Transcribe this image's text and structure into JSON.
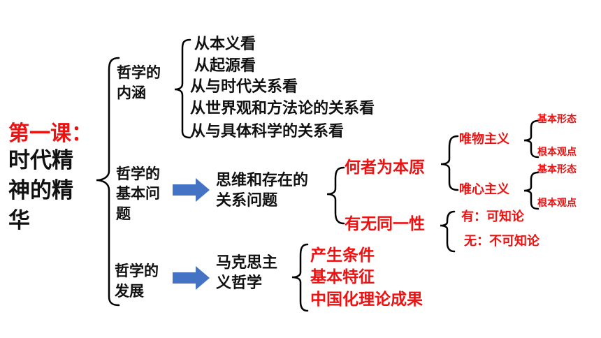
{
  "title": {
    "lesson": "第一课：",
    "line1": "时代精",
    "line2": "神的精",
    "line3": "华"
  },
  "sections": [
    {
      "label": [
        "哲学的",
        "内涵"
      ],
      "items": [
        "从本义看",
        "从起源看",
        "从与时代关系看",
        "从世界观和方法论的关系看",
        "从与具体科学的关系看"
      ]
    },
    {
      "label": [
        "哲学的",
        "基本问",
        "题"
      ],
      "topic": [
        "思维和存在的",
        "关系问题"
      ],
      "branches": [
        {
          "label": "何者为本原",
          "children": [
            {
              "label": "唯物主义",
              "leaves": [
                "基本形态",
                "根本观点"
              ]
            },
            {
              "label": "唯心主义",
              "leaves": [
                "基本形态",
                "根本观点"
              ]
            }
          ]
        },
        {
          "label": "有无同一性",
          "children": [
            {
              "label": "有：可知论"
            },
            {
              "label": "无：不可知论"
            }
          ]
        }
      ]
    },
    {
      "label": [
        "哲学的",
        "发展"
      ],
      "topic": [
        "马克思主",
        "义哲学"
      ],
      "items": [
        "产生条件",
        "基本特征",
        "中国化理论成果"
      ]
    }
  ],
  "colors": {
    "accent": "#ee1111",
    "arrow": "#4472c4",
    "text": "#111111"
  }
}
